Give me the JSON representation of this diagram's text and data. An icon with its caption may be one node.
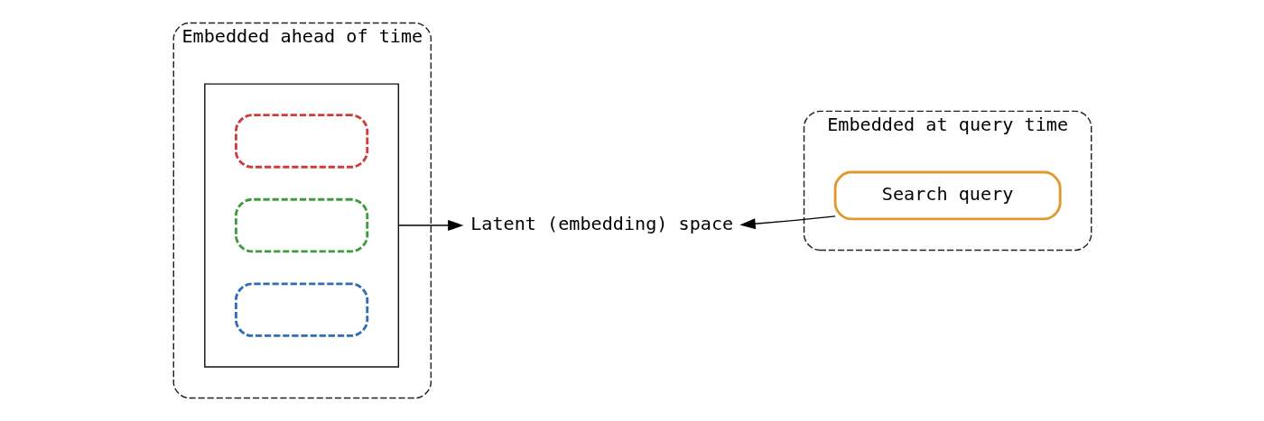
{
  "diagram": {
    "nodes": [
      {
        "text": [
          "Embedded ahead of time"
        ]
      },
      {
        "text": [],
        "shape": "box",
        "in": 0
      },
      {
        "text": [],
        "shape": "box",
        "in": 1
      },
      {
        "text": [],
        "shape": "box",
        "in": 1
      },
      {
        "text": [],
        "shape": "box",
        "in": 1
      },
      {
        "text": [
          "Latent (embedding) space"
        ]
      },
      {
        "text": [
          "Embedded at query time"
        ]
      },
      {
        "text": [
          "Search query"
        ],
        "in": 6
      }
    ],
    "edges": [
      {
        "from": 1,
        "to": 5,
        "arrow": "to"
      },
      {
        "from": 7,
        "to": 5,
        "arrow": "to"
      }
    ]
  }
}
